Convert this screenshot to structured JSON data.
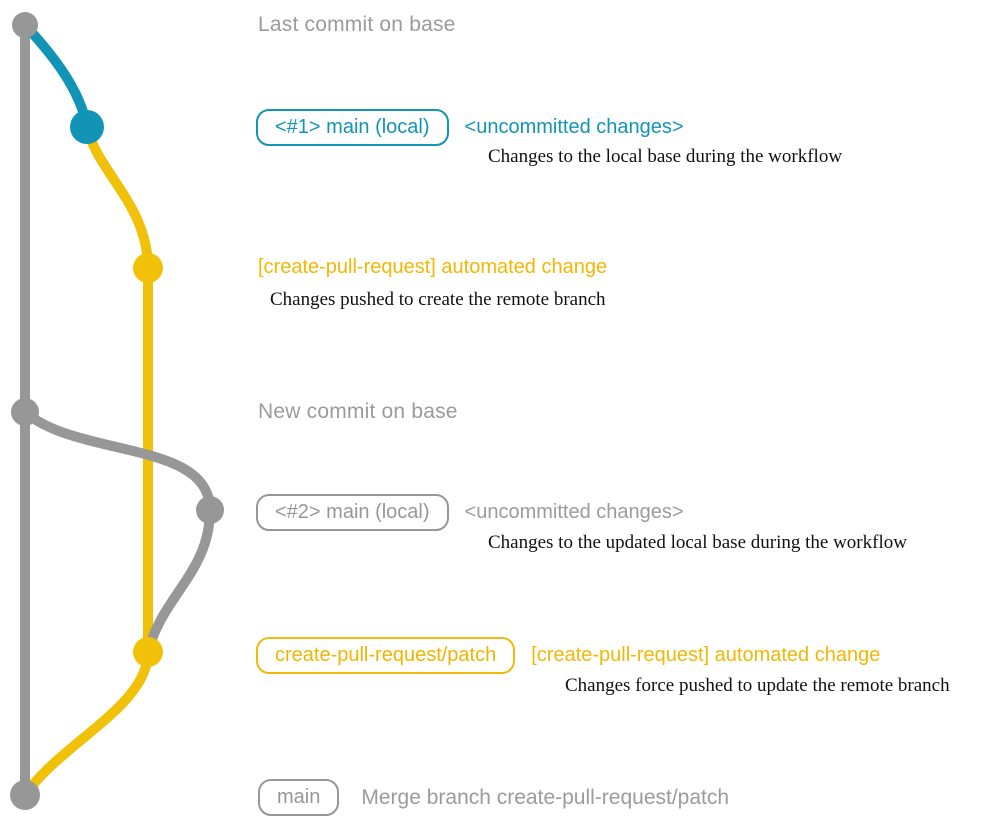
{
  "diagram_title": "create-pull-request action git workflow diagram",
  "colors": {
    "base_gray": "#979797",
    "local_main_blue": "#1294b6",
    "patch_yellow_line": "#f1c109",
    "yellow_text": "#f2b705",
    "gray_text": "#9b9b9b",
    "note_black": "#111111",
    "background": "#ffffff"
  },
  "graph": {
    "branches": [
      {
        "name": "base",
        "color": "#979797"
      },
      {
        "name": "main-local",
        "color": "#1294b6"
      },
      {
        "name": "create-pull-request-patch",
        "color": "#f1c109"
      }
    ],
    "commits": [
      {
        "name": "last-commit-on-base",
        "branch": "base"
      },
      {
        "name": "uncommitted-changes-1",
        "branch": "main-local"
      },
      {
        "name": "automated-change-1",
        "branch": "create-pull-request-patch"
      },
      {
        "name": "new-commit-on-base",
        "branch": "base"
      },
      {
        "name": "uncommitted-changes-2",
        "branch": "base"
      },
      {
        "name": "automated-change-2",
        "branch": "create-pull-request-patch"
      },
      {
        "name": "merge-commit",
        "branch": "base"
      }
    ]
  },
  "labels": {
    "last_commit_heading": "Last commit on base",
    "badge_main_local_1": "<#1> main (local)",
    "uncommitted_1": "<uncommitted changes>",
    "note_1": "Changes to the local base during the workflow",
    "automated_change_1": "[create-pull-request] automated change",
    "note_2": "Changes pushed to create the remote branch",
    "new_commit_heading": "New commit on base",
    "badge_main_local_2": "<#2> main (local)",
    "uncommitted_2": "<uncommitted changes>",
    "note_3": "Changes to the updated local base during the workflow",
    "badge_patch_branch": "create-pull-request/patch",
    "automated_change_2": "[create-pull-request] automated change",
    "note_4": "Changes force pushed to update the remote branch",
    "badge_main": "main",
    "merge_message": "Merge branch create-pull-request/patch"
  }
}
